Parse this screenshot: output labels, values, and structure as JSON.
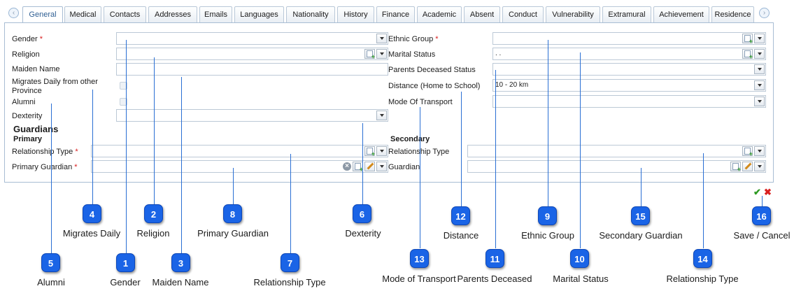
{
  "tabs": [
    {
      "label": "General",
      "active": true
    },
    {
      "label": "Medical"
    },
    {
      "label": "Contacts"
    },
    {
      "label": "Addresses"
    },
    {
      "label": "Emails"
    },
    {
      "label": "Languages"
    },
    {
      "label": "Nationality"
    },
    {
      "label": "History"
    },
    {
      "label": "Finance"
    },
    {
      "label": "Academic"
    },
    {
      "label": "Absent"
    },
    {
      "label": "Conduct"
    },
    {
      "label": "Vulnerability"
    },
    {
      "label": "Extramural"
    },
    {
      "label": "Achievement"
    },
    {
      "label": "Residence"
    }
  ],
  "tab_arrows": {
    "prev": "‹",
    "next": "›"
  },
  "left_fields": {
    "gender": "Gender",
    "religion": "Religion",
    "maiden_name": "Maiden Name",
    "migrates_daily_1": "Migrates Daily from other",
    "migrates_daily_2": "Province",
    "alumni": "Alumni",
    "dexterity": "Dexterity"
  },
  "right_fields": {
    "ethnic_group": "Ethnic Group",
    "marital_status": "Marital Status",
    "marital_status_value": ".     .",
    "parents_deceased": "Parents Deceased Status",
    "distance": "Distance (Home to School)",
    "distance_value": "10 - 20 km",
    "mode_of_transport": "Mode Of Transport"
  },
  "required_marker": "*",
  "guardians": {
    "heading": "Guardians",
    "primary_heading": "Primary",
    "secondary_heading": "Secondary",
    "primary_relationship": "Relationship Type",
    "primary_guardian": "Primary Guardian",
    "secondary_relationship": "Relationship Type",
    "secondary_guardian": "Guardian"
  },
  "actions": {
    "save": "✔",
    "cancel": "✖"
  },
  "icons": {
    "clear": "×",
    "dropdown": "caret-down",
    "add": "new-document",
    "edit": "pencil"
  },
  "callouts": [
    {
      "num": "1",
      "caption": "Gender"
    },
    {
      "num": "2",
      "caption": "Religion"
    },
    {
      "num": "3",
      "caption": "Maiden Name"
    },
    {
      "num": "4",
      "caption": "Migrates Daily"
    },
    {
      "num": "5",
      "caption": "Alumni"
    },
    {
      "num": "6",
      "caption": "Dexterity"
    },
    {
      "num": "7",
      "caption": "Relationship Type"
    },
    {
      "num": "8",
      "caption": "Primary Guardian"
    },
    {
      "num": "9",
      "caption": "Ethnic Group"
    },
    {
      "num": "10",
      "caption": "Marital Status"
    },
    {
      "num": "11",
      "caption": "Parents Deceased"
    },
    {
      "num": "12",
      "caption": "Distance"
    },
    {
      "num": "13",
      "caption": "Mode of Transport"
    },
    {
      "num": "14",
      "caption": "Relationship Type"
    },
    {
      "num": "15",
      "caption": "Secondary Guardian"
    },
    {
      "num": "16",
      "caption": "Save / Cancel"
    }
  ],
  "colors": {
    "callout": "#1a64e6",
    "save": "#2e9a22",
    "cancel": "#d92020",
    "active_tab": "#2f5f93"
  }
}
